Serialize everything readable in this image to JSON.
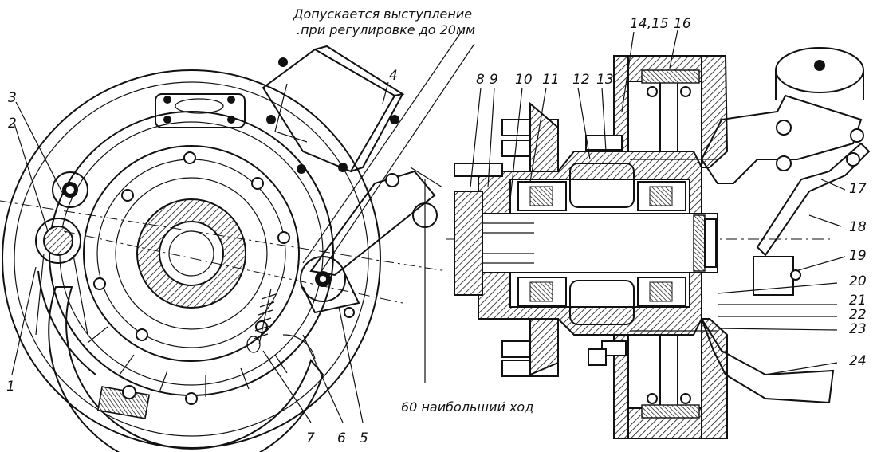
{
  "annotations": {
    "adjust_line1": "Допускается выступление",
    "adjust_line2": ".при регулировке до 20мм",
    "stroke": "60 наибольший ход"
  },
  "callouts": [
    "1",
    "2",
    "3",
    "4",
    "5",
    "6",
    "7",
    "8",
    "9",
    "10",
    "11",
    "12",
    "13",
    "14,15",
    "16",
    "17",
    "18",
    "19",
    "20",
    "21",
    "22",
    "23",
    "24"
  ]
}
